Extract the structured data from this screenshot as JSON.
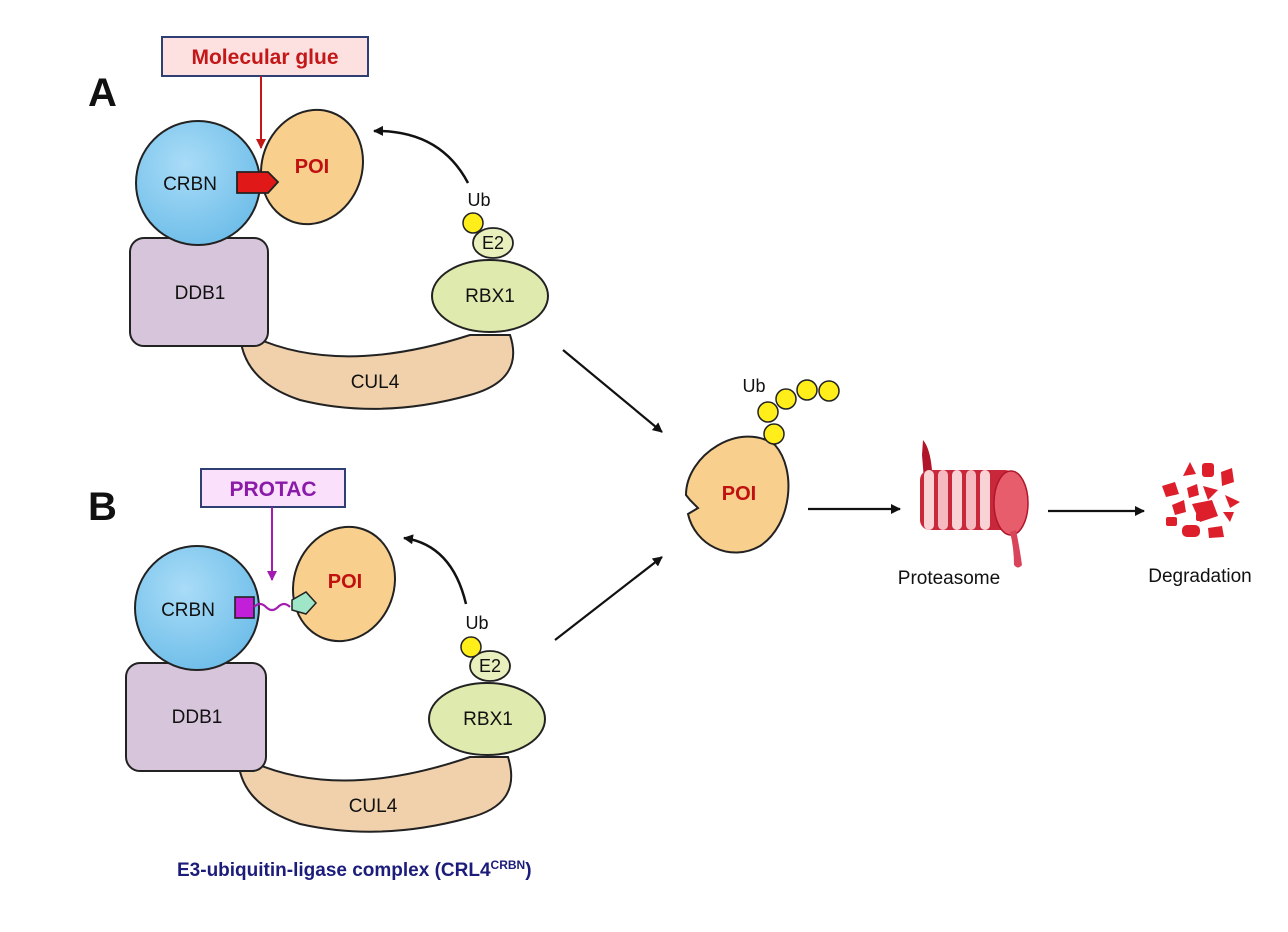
{
  "panels": {
    "a": {
      "letter": "A",
      "agent_label": "Molecular glue",
      "crbn": "CRBN",
      "poi": "POI",
      "ddb1": "DDB1",
      "cul4": "CUL4",
      "rbx1": "RBX1",
      "e2": "E2",
      "ub": "Ub"
    },
    "b": {
      "letter": "B",
      "agent_label": "PROTAC",
      "crbn": "CRBN",
      "poi": "POI",
      "ddb1": "DDB1",
      "cul4": "CUL4",
      "rbx1": "RBX1",
      "e2": "E2",
      "ub": "Ub"
    }
  },
  "pathway": {
    "ub_label": "Ub",
    "poi": "POI",
    "proteasome": "Proteasome",
    "degradation": "Degradation"
  },
  "caption": {
    "text": "E3-ubiquitin-ligase complex (CRL4",
    "superscript": "CRBN",
    "close": ")"
  },
  "colors": {
    "crbn": "#7ec8ee",
    "ddb1": "#d7c6db",
    "cul4": "#f0d1ac",
    "rbx1": "#dfeaae",
    "poi": "#f9cf8e",
    "ubiquitin": "#ffee1a",
    "glue": "#e01818",
    "protac": "#b51fd3",
    "degradation": "#dd1f2b"
  }
}
